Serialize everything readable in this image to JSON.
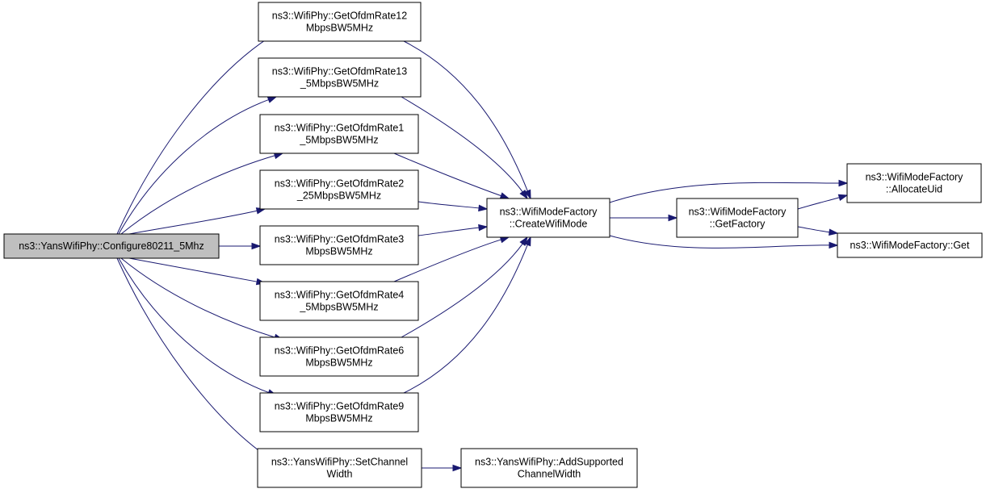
{
  "colors": {
    "edge": "#191970",
    "node_fill": "#ffffff",
    "root_fill": "#bfbfbf",
    "border": "#000000"
  },
  "nodes": [
    {
      "id": "configure",
      "lines": [
        "ns3::YansWifiPhy::Configure80211_5Mhz"
      ],
      "root": true
    },
    {
      "id": "rate12",
      "lines": [
        "ns3::WifiPhy::GetOfdmRate12",
        "MbpsBW5MHz"
      ]
    },
    {
      "id": "rate13_5",
      "lines": [
        "ns3::WifiPhy::GetOfdmRate13",
        "_5MbpsBW5MHz"
      ]
    },
    {
      "id": "rate1_5",
      "lines": [
        "ns3::WifiPhy::GetOfdmRate1",
        "_5MbpsBW5MHz"
      ]
    },
    {
      "id": "rate2_25",
      "lines": [
        "ns3::WifiPhy::GetOfdmRate2",
        "_25MbpsBW5MHz"
      ]
    },
    {
      "id": "rate3",
      "lines": [
        "ns3::WifiPhy::GetOfdmRate3",
        "MbpsBW5MHz"
      ]
    },
    {
      "id": "rate4_5",
      "lines": [
        "ns3::WifiPhy::GetOfdmRate4",
        "_5MbpsBW5MHz"
      ]
    },
    {
      "id": "rate6",
      "lines": [
        "ns3::WifiPhy::GetOfdmRate6",
        "MbpsBW5MHz"
      ]
    },
    {
      "id": "rate9",
      "lines": [
        "ns3::WifiPhy::GetOfdmRate9",
        "MbpsBW5MHz"
      ]
    },
    {
      "id": "setchannel",
      "lines": [
        "ns3::YansWifiPhy::SetChannel",
        "Width"
      ]
    },
    {
      "id": "createmode",
      "lines": [
        "ns3::WifiModeFactory",
        "::CreateWifiMode"
      ]
    },
    {
      "id": "addsupported",
      "lines": [
        "ns3::YansWifiPhy::AddSupported",
        "ChannelWidth"
      ]
    },
    {
      "id": "getfactory",
      "lines": [
        "ns3::WifiModeFactory",
        "::GetFactory"
      ]
    },
    {
      "id": "allocateuid",
      "lines": [
        "ns3::WifiModeFactory",
        "::AllocateUid"
      ]
    },
    {
      "id": "get",
      "lines": [
        "ns3::WifiModeFactory::Get"
      ]
    }
  ],
  "edges": [
    {
      "from": "configure",
      "to": "rate12"
    },
    {
      "from": "configure",
      "to": "rate13_5"
    },
    {
      "from": "configure",
      "to": "rate1_5"
    },
    {
      "from": "configure",
      "to": "rate2_25"
    },
    {
      "from": "configure",
      "to": "rate3"
    },
    {
      "from": "configure",
      "to": "rate4_5"
    },
    {
      "from": "configure",
      "to": "rate6"
    },
    {
      "from": "configure",
      "to": "rate9"
    },
    {
      "from": "configure",
      "to": "setchannel"
    },
    {
      "from": "rate12",
      "to": "createmode"
    },
    {
      "from": "rate13_5",
      "to": "createmode"
    },
    {
      "from": "rate1_5",
      "to": "createmode"
    },
    {
      "from": "rate2_25",
      "to": "createmode"
    },
    {
      "from": "rate3",
      "to": "createmode"
    },
    {
      "from": "rate4_5",
      "to": "createmode"
    },
    {
      "from": "rate6",
      "to": "createmode"
    },
    {
      "from": "rate9",
      "to": "createmode"
    },
    {
      "from": "setchannel",
      "to": "addsupported"
    },
    {
      "from": "createmode",
      "to": "allocateuid"
    },
    {
      "from": "createmode",
      "to": "getfactory"
    },
    {
      "from": "createmode",
      "to": "get"
    },
    {
      "from": "getfactory",
      "to": "allocateuid"
    },
    {
      "from": "getfactory",
      "to": "get"
    }
  ]
}
